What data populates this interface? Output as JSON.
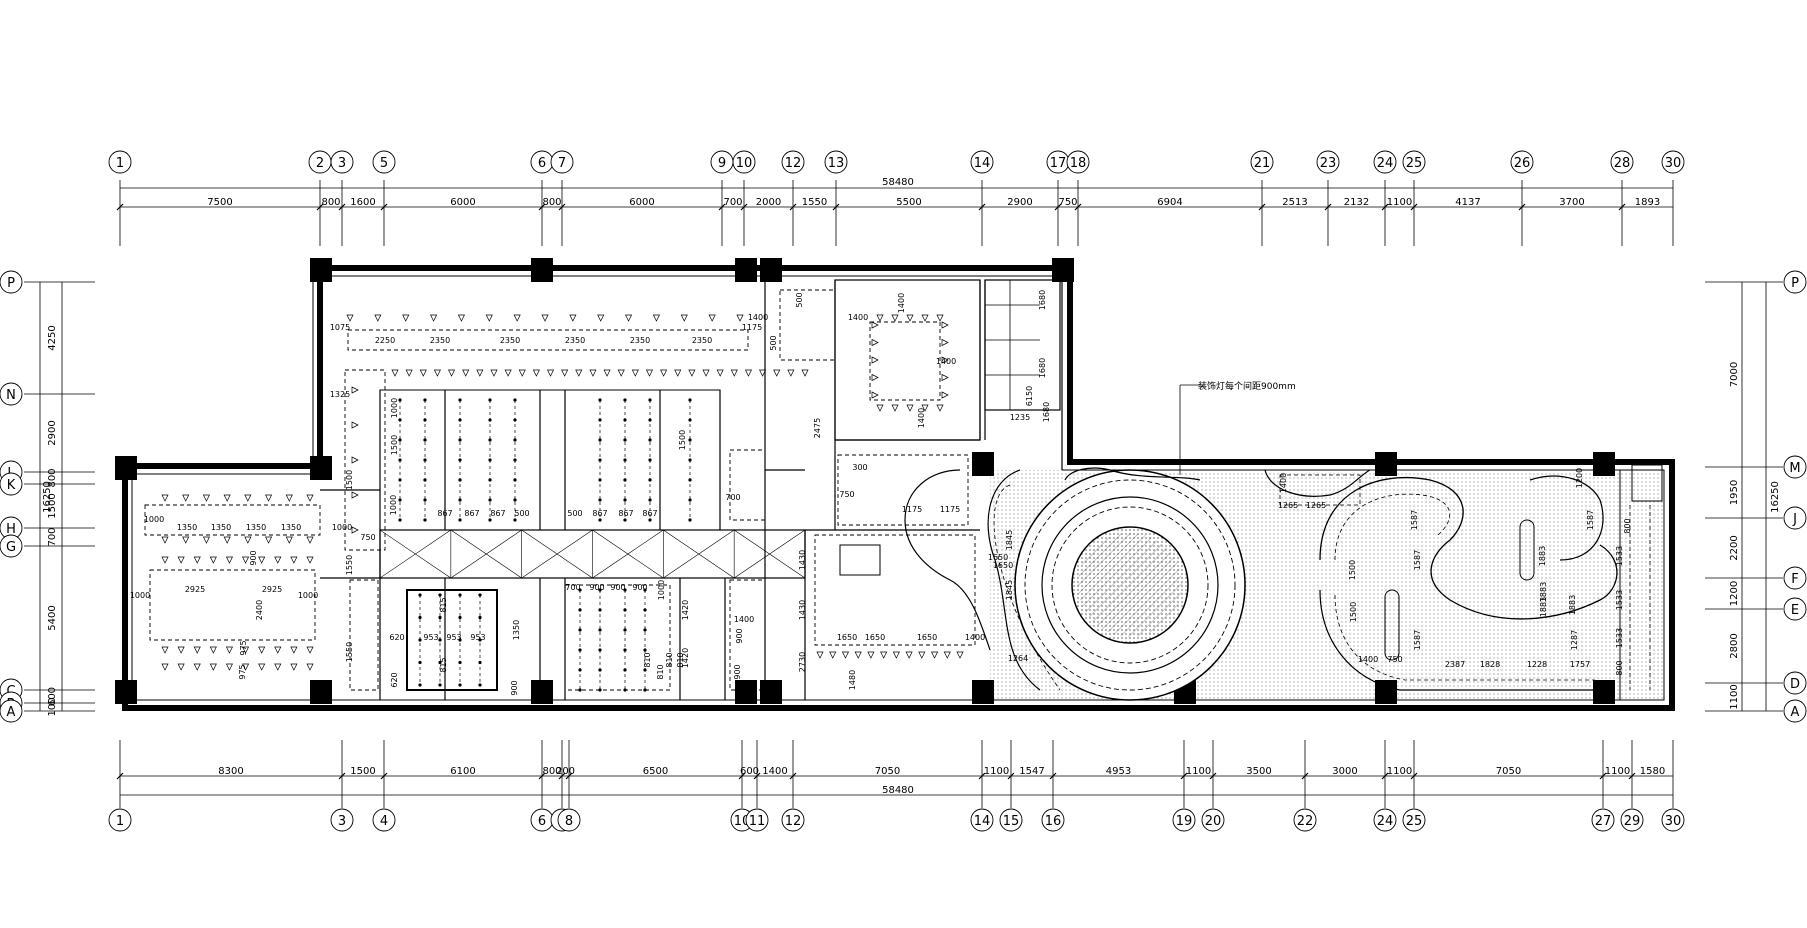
{
  "colors": {
    "line": "#000000",
    "background": "#ffffff",
    "hatch": "#000000"
  },
  "overall_dimension_top": "58480",
  "overall_dimension_bottom": "58480",
  "top_axes": [
    "1",
    "2",
    "3",
    "5",
    "6",
    "7",
    "9",
    "10",
    "12",
    "13",
    "14",
    "17",
    "18",
    "21",
    "23",
    "24",
    "25",
    "26",
    "28",
    "30"
  ],
  "top_dims": [
    "7500",
    "800",
    "1600",
    "6000",
    "800",
    "6000",
    "700",
    "2000",
    "1550",
    "5500",
    "2900",
    "750",
    "6904",
    "2513",
    "2132",
    "1100",
    "4137",
    "3700",
    "1893"
  ],
  "bottom_axes": [
    "1",
    "3",
    "4",
    "6",
    "7",
    "8",
    "10",
    "11",
    "12",
    "14",
    "15",
    "16",
    "19",
    "20",
    "22",
    "24",
    "25",
    "27",
    "29",
    "30"
  ],
  "bottom_dims": [
    "8300",
    "1500",
    "6100",
    "800",
    "200",
    "6500",
    "600",
    "1400",
    "7050",
    "1100",
    "1547",
    "4953",
    "1100",
    "3500",
    "3000",
    "1100",
    "7050",
    "1100",
    "1580"
  ],
  "left_axes": [
    "P",
    "N",
    "L",
    "K",
    "H",
    "G",
    "C",
    "B",
    "A"
  ],
  "left_dims": [
    "4250",
    "2900",
    "800",
    "1500",
    "700",
    "5400",
    "600",
    "100"
  ],
  "left_total": "16250",
  "right_axes": [
    "P",
    "M",
    "J",
    "F",
    "E",
    "D",
    "A"
  ],
  "right_dims": [
    "7000",
    "1950",
    "2200",
    "1200",
    "2800",
    "1100"
  ],
  "right_total": "16250",
  "callout_note": "装饰灯每个间距900mm",
  "room_dims": {
    "a": [
      "1075",
      "2250",
      "2350",
      "2350",
      "2350",
      "2350",
      "2350",
      "1175"
    ],
    "b": [
      "1000",
      "1350",
      "1350",
      "1350",
      "1350",
      "1000"
    ],
    "c": [
      "2925",
      "2925",
      "1000",
      "1000",
      "900",
      "2400",
      "975",
      "975"
    ],
    "d": [
      "1325",
      "1000",
      "1500",
      "1000",
      "1500",
      "1500",
      "750",
      "1550",
      "1550"
    ],
    "e": [
      "867",
      "867",
      "867",
      "500",
      "500",
      "867",
      "867",
      "867"
    ],
    "f": [
      "953",
      "953",
      "953",
      "815",
      "815",
      "620",
      "620",
      "1350",
      "900"
    ],
    "g": [
      "700",
      "900",
      "900",
      "900",
      "1000",
      "810",
      "810",
      "810",
      "810",
      "1420",
      "1420"
    ],
    "h": [
      "1400",
      "1400",
      "1400",
      "500",
      "500",
      "1400",
      "1400",
      "1680",
      "1680",
      "1680",
      "6150",
      "1235"
    ],
    "i": [
      "1650",
      "1650",
      "1650",
      "1400",
      "1430",
      "1430",
      "2730",
      "1480",
      "900",
      "900",
      "1400"
    ],
    "j": [
      "1845",
      "1845",
      "1650",
      "1264",
      "1175",
      "1175",
      "1650",
      "750",
      "300",
      "2475",
      "700"
    ],
    "k": [
      "1265",
      "1265",
      "1400",
      "1587",
      "1587",
      "1587",
      "1500",
      "1500",
      "1587",
      "1200",
      "800",
      "1533",
      "1533",
      "1533",
      "800"
    ],
    "l": [
      "1400",
      "750",
      "1828",
      "2387",
      "1228",
      "1287",
      "1757",
      "1883",
      "1883",
      "1883",
      "1883"
    ]
  }
}
